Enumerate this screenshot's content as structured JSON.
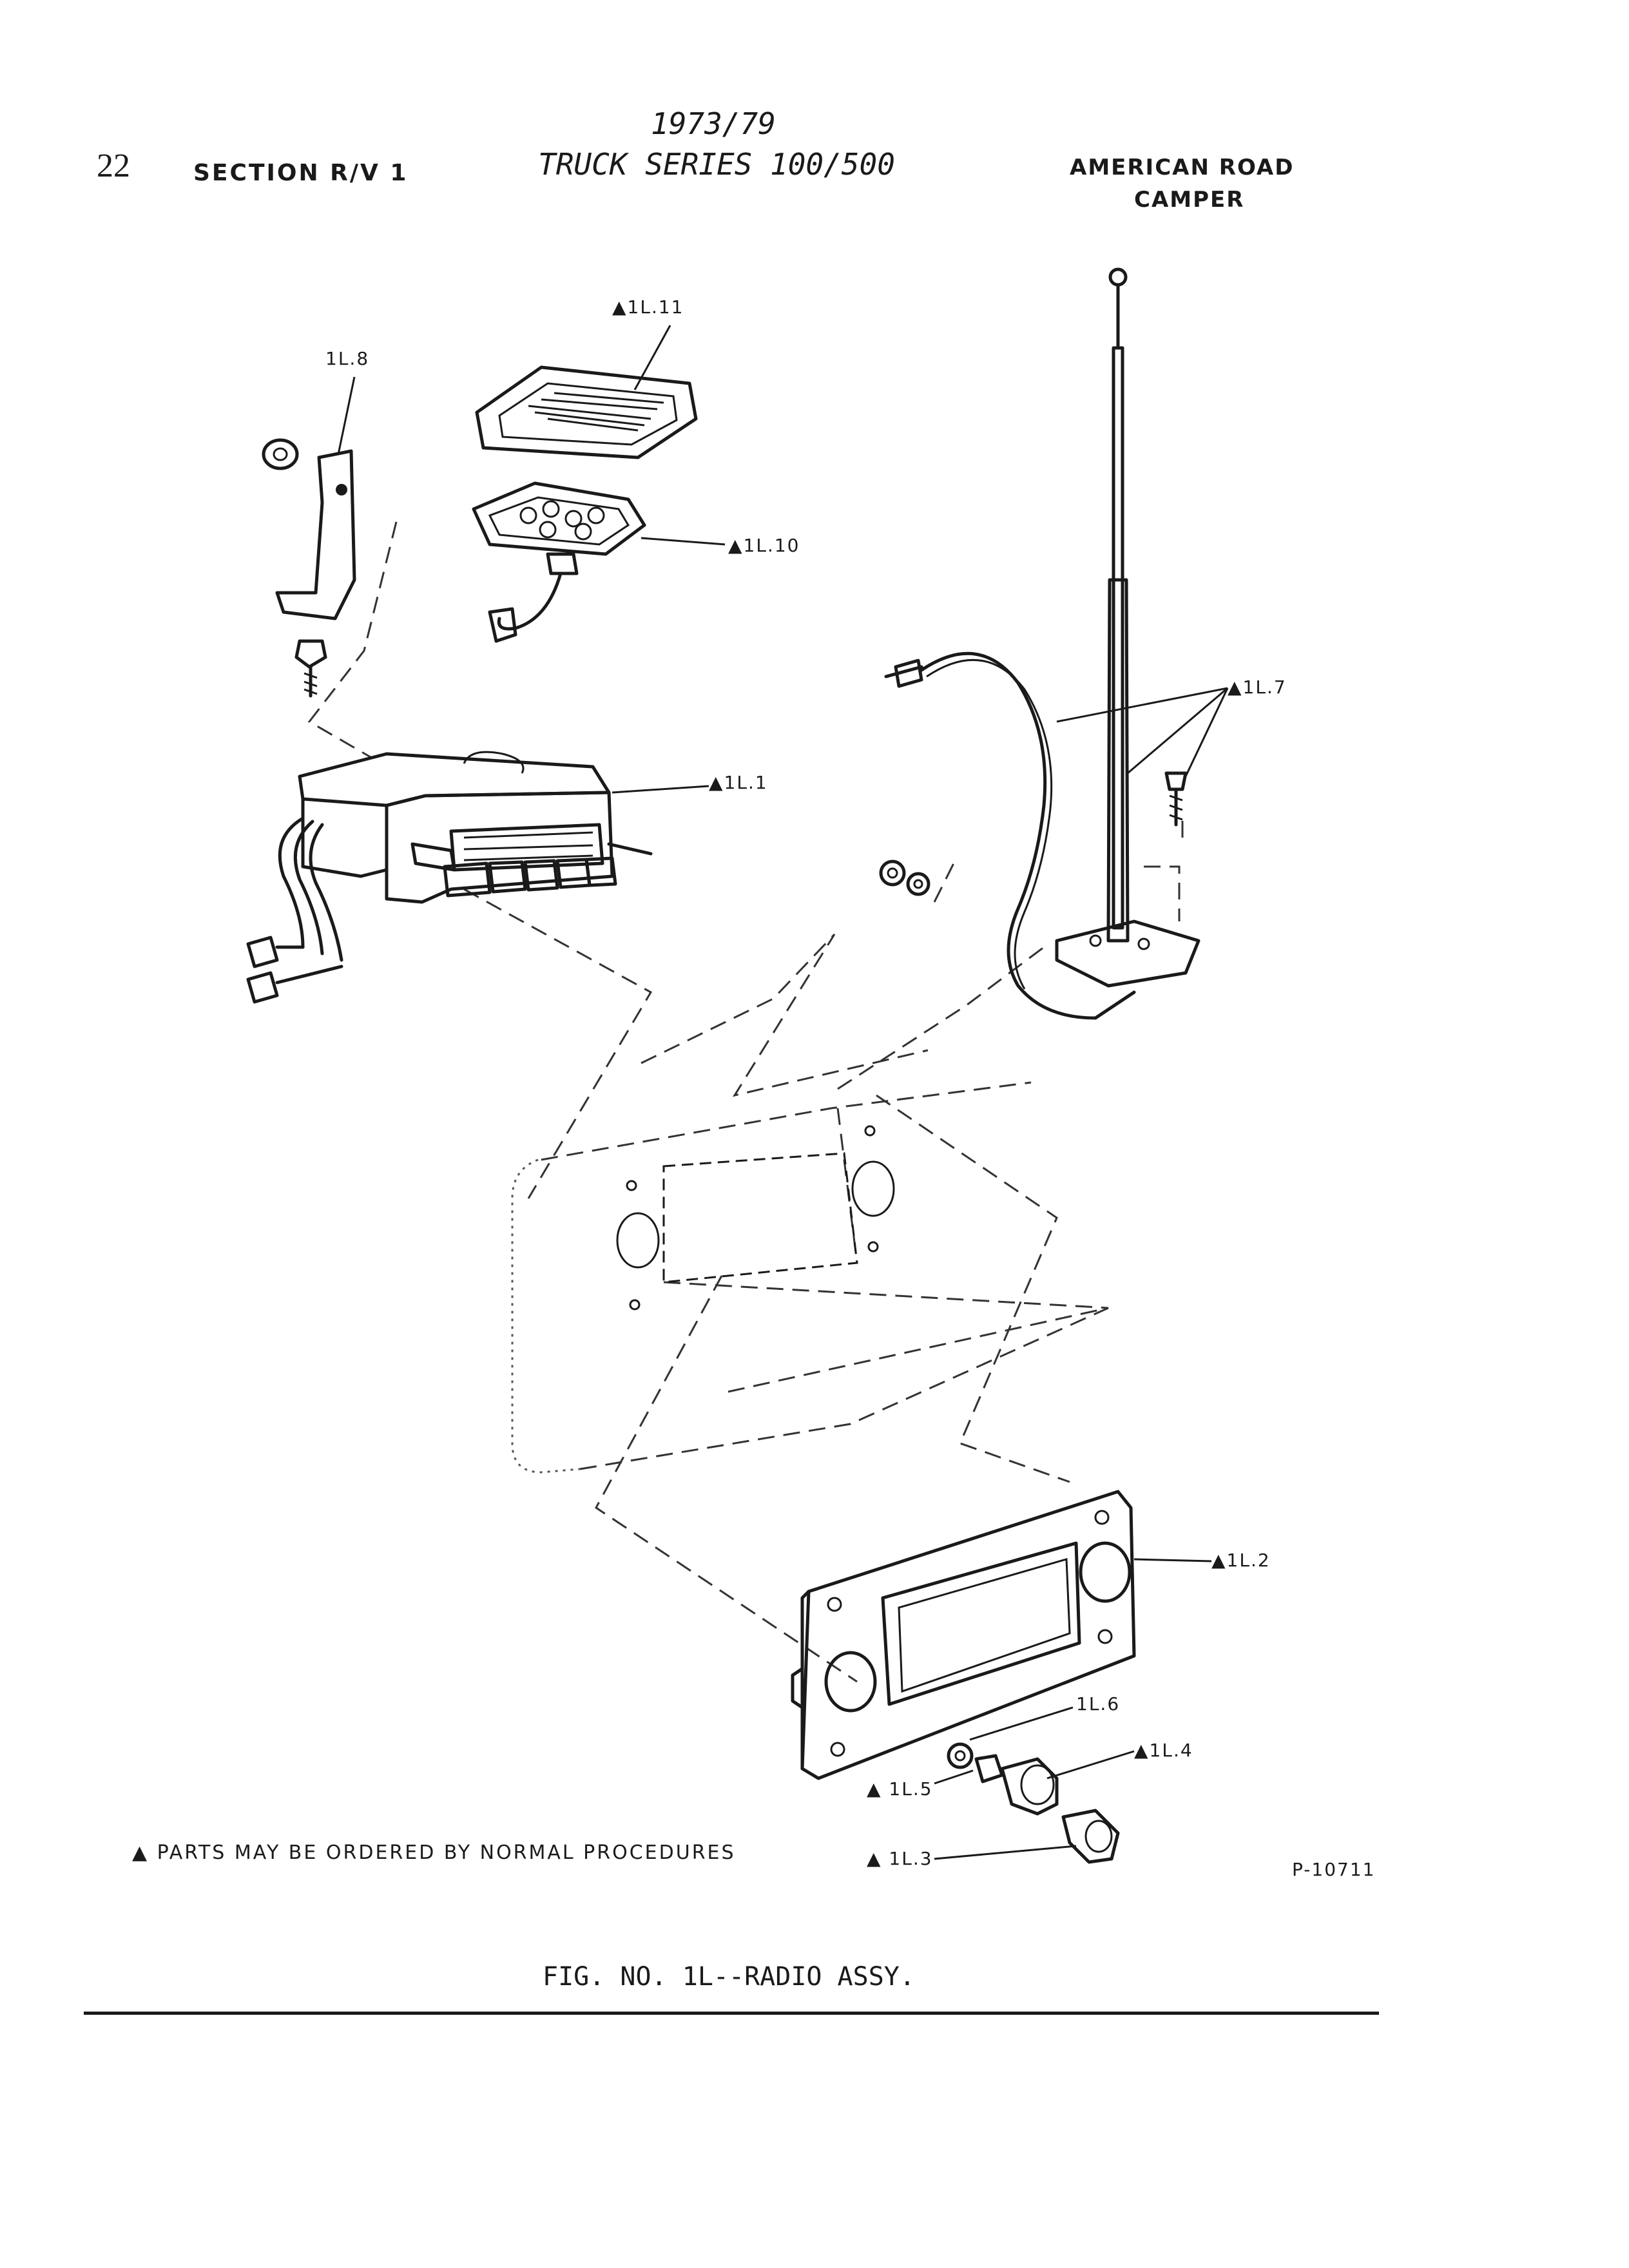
{
  "header": {
    "page_number": "22",
    "section": "SECTION R/V 1",
    "title_line1": "1973/79",
    "title_line2": "TRUCK SERIES 100/500",
    "publication_line1": "AMERICAN ROAD",
    "publication_line2": "CAMPER"
  },
  "callouts": {
    "c1": "▲1L.1",
    "c2": "▲1L.2",
    "c3": "▲ 1L.3",
    "c4": "▲1L.4",
    "c5": "▲ 1L.5",
    "c6": "1L.6",
    "c7": "▲1L.7",
    "c8": "1L.8",
    "c10": "▲1L.10",
    "c11": "▲1L.11"
  },
  "footer": {
    "note": "▲  PARTS MAY BE ORDERED BY NORMAL PROCEDURES",
    "plate_number": "P-10711",
    "caption": "FIG. NO. 1L--RADIO ASSY."
  }
}
